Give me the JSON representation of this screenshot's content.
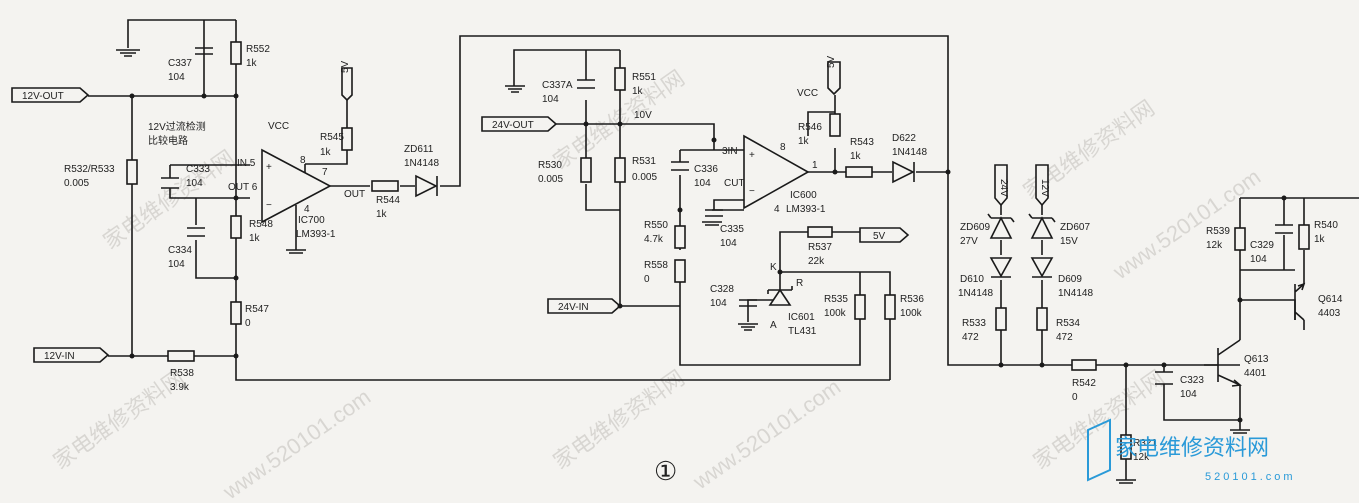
{
  "ports": {
    "p12v_out": "12V-OUT",
    "p12v_in": "12V-IN",
    "p24v_out": "24V-OUT",
    "p24v_in": "24V-IN",
    "p5v_a": "5V",
    "p5v_b": "5V",
    "p5v_c": "5V",
    "p24v_tag": "24V",
    "p12v_tag": "12V"
  },
  "notes": {
    "detect_line1": "12V过流检测",
    "detect_line2": "比较电路",
    "node_10v": "10V",
    "figure_number": "①"
  },
  "components": {
    "c337": [
      "C337",
      "104"
    ],
    "r552": [
      "R552",
      "1k"
    ],
    "r532": [
      "R532/R533",
      "0.005"
    ],
    "c333": [
      "C333",
      "104"
    ],
    "c334": [
      "C334",
      "104"
    ],
    "r548": [
      "R548",
      "1k"
    ],
    "r547": [
      "R547",
      "0"
    ],
    "r538": [
      "R538",
      "3.9k"
    ],
    "r545": [
      "R545",
      "1k"
    ],
    "ic700": [
      "IC700",
      "LM393-1"
    ],
    "r544": [
      "R544",
      "1k"
    ],
    "zd611": [
      "ZD611",
      "1N4148"
    ],
    "c337a": [
      "C337A",
      "104"
    ],
    "r551": [
      "R551",
      "1k"
    ],
    "r530": [
      "R530",
      "0.005"
    ],
    "r531": [
      "R531",
      "0.005"
    ],
    "c336": [
      "C336",
      "104"
    ],
    "c335": [
      "C335",
      "104"
    ],
    "r550": [
      "R550",
      "4.7k"
    ],
    "r558": [
      "R558",
      "0"
    ],
    "c328": [
      "C328",
      "104"
    ],
    "ic601": [
      "IC601",
      "TL431"
    ],
    "r537": [
      "R537",
      "22k"
    ],
    "r535": [
      "R535",
      "100k"
    ],
    "r536": [
      "R536",
      "100k"
    ],
    "ic600": [
      "IC600",
      "LM393-1"
    ],
    "r546": [
      "R546",
      "1k"
    ],
    "r543": [
      "R543",
      "1k"
    ],
    "d622": [
      "D622",
      "1N4148"
    ],
    "zd609": [
      "ZD609",
      "27V"
    ],
    "zd607": [
      "ZD607",
      "15V"
    ],
    "d610": [
      "D610",
      "1N4148"
    ],
    "d609": [
      "D609",
      "1N4148"
    ],
    "r533": [
      "R533",
      "472"
    ],
    "r534": [
      "R534",
      "472"
    ],
    "r542": [
      "R542",
      "0"
    ],
    "c323": [
      "C323",
      "104"
    ],
    "r321": [
      "R321",
      "12k"
    ],
    "q613": [
      "Q613",
      "4401"
    ],
    "r539": [
      "R539",
      "12k"
    ],
    "c329": [
      "C329",
      "104"
    ],
    "r540": [
      "R540",
      "1k"
    ],
    "q614": [
      "Q614",
      "4403"
    ]
  },
  "pins": {
    "vcc_a": "VCC",
    "vcc_b": "VCC",
    "in5": "IN 5",
    "out6": "OUT 6",
    "p8a": "8",
    "p7": "7",
    "p4a": "4",
    "out_a": "OUT",
    "plus_a": "+",
    "minus_a": "−",
    "p3in": "3IN",
    "cut": "CUT",
    "p8b": "8",
    "p1": "1",
    "p4b": "4",
    "plus_b": "+",
    "minus_b": "−",
    "k": "K",
    "r": "R",
    "a": "A"
  },
  "watermark": {
    "cn": "家电维修资料网",
    "url": "www.520101.com",
    "logo_cn": "家电维修资料网",
    "logo_url": "520101.com"
  }
}
